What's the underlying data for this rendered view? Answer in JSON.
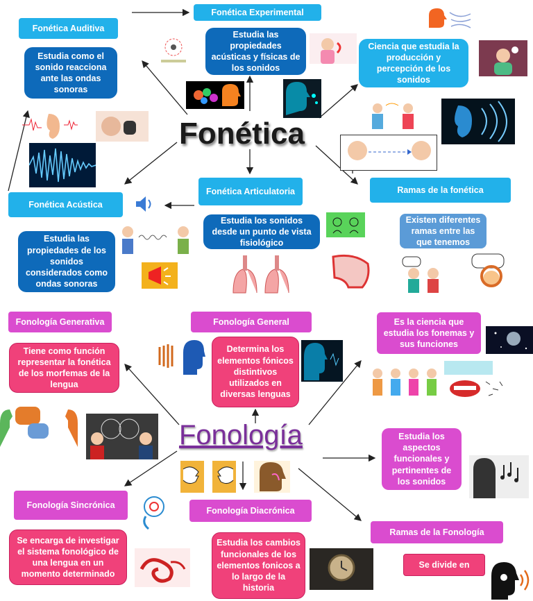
{
  "fonetica": {
    "title": "Fonética",
    "experimental": "Fonética Experimental",
    "experimental_desc": "Estudia las propiedades acústicas y físicas de los sonidos",
    "auditiva": "Fonética Auditiva",
    "auditiva_desc": "Estudia como el sonido reacciona ante las ondas sonoras",
    "ciencia_desc": "Ciencia que estudia la producción y percepción de los sonidos",
    "articulatoria": "Fonética Articulatoria",
    "articulatoria_desc": "Estudia los sonidos desde un punto de vista fisiológico",
    "acustica": "Fonética Acústica",
    "acustica_desc": "Estudia las propiedades de los sonidos considerados como ondas sonoras",
    "ramas": "Ramas de la fonética",
    "ramas_desc": "Existen diferentes ramas entre las que tenemos"
  },
  "fonologia": {
    "title": "Fonología",
    "generativa": "Fonología Generativa",
    "generativa_desc": "Tiene como función representar la fonética de los morfemas de la lengua",
    "general": "Fonología General",
    "general_desc": "Determina los elementos fónicos distintivos utilizados en diversas lenguas",
    "ciencia_desc": "Es la ciencia que estudia los fonemas y sus funciones",
    "funcional_desc": "Estudia los aspectos funcionales y pertinentes de los sonidos",
    "sincronica": "Fonología Sincrónica",
    "sincronica_desc": "Se encarga de investigar el sistema fonológico de una lengua en un momento determinado",
    "diacronica": "Fonología Diacrónica",
    "diacronica_desc": "Estudia los cambios funcionales de los elementos fonicos a lo largo de la historia",
    "ramas": "Ramas de la Fonología",
    "divide": "Se divide en"
  },
  "colors": {
    "light_blue": "#22b1ea",
    "dark_blue": "#0e6aba",
    "magenta": "#da4ccf",
    "pink": "#f0417a"
  }
}
